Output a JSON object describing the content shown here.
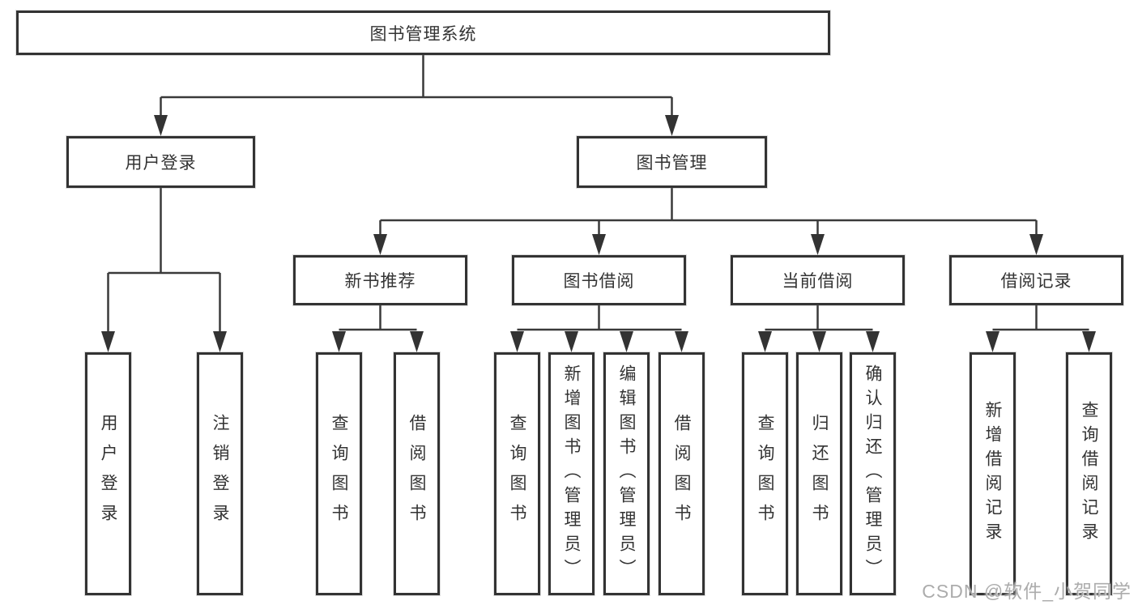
{
  "tree": {
    "root": "图书管理系统",
    "branches": [
      {
        "label": "用户登录",
        "children": [
          "用户登录",
          "注销登录"
        ]
      },
      {
        "label": "图书管理",
        "sections": [
          {
            "label": "新书推荐",
            "children": [
              "查询图书",
              "借阅图书"
            ]
          },
          {
            "label": "图书借阅",
            "children": [
              "查询图书",
              "新增图书（管理员）",
              "编辑图书（管理员）",
              "借阅图书"
            ]
          },
          {
            "label": "当前借阅",
            "children": [
              "查询图书",
              "归还图书",
              "确认归还（管理员）"
            ]
          },
          {
            "label": "借阅记录",
            "children": [
              "新增借阅记录",
              "查询借阅记录"
            ]
          }
        ]
      }
    ]
  },
  "watermark": "CSDN @软件_小贺同学",
  "colors": {
    "line": "#3a3a3a",
    "border": "#333333",
    "text": "#333333",
    "watermark": "#a8a8a8",
    "background": "#ffffff"
  }
}
